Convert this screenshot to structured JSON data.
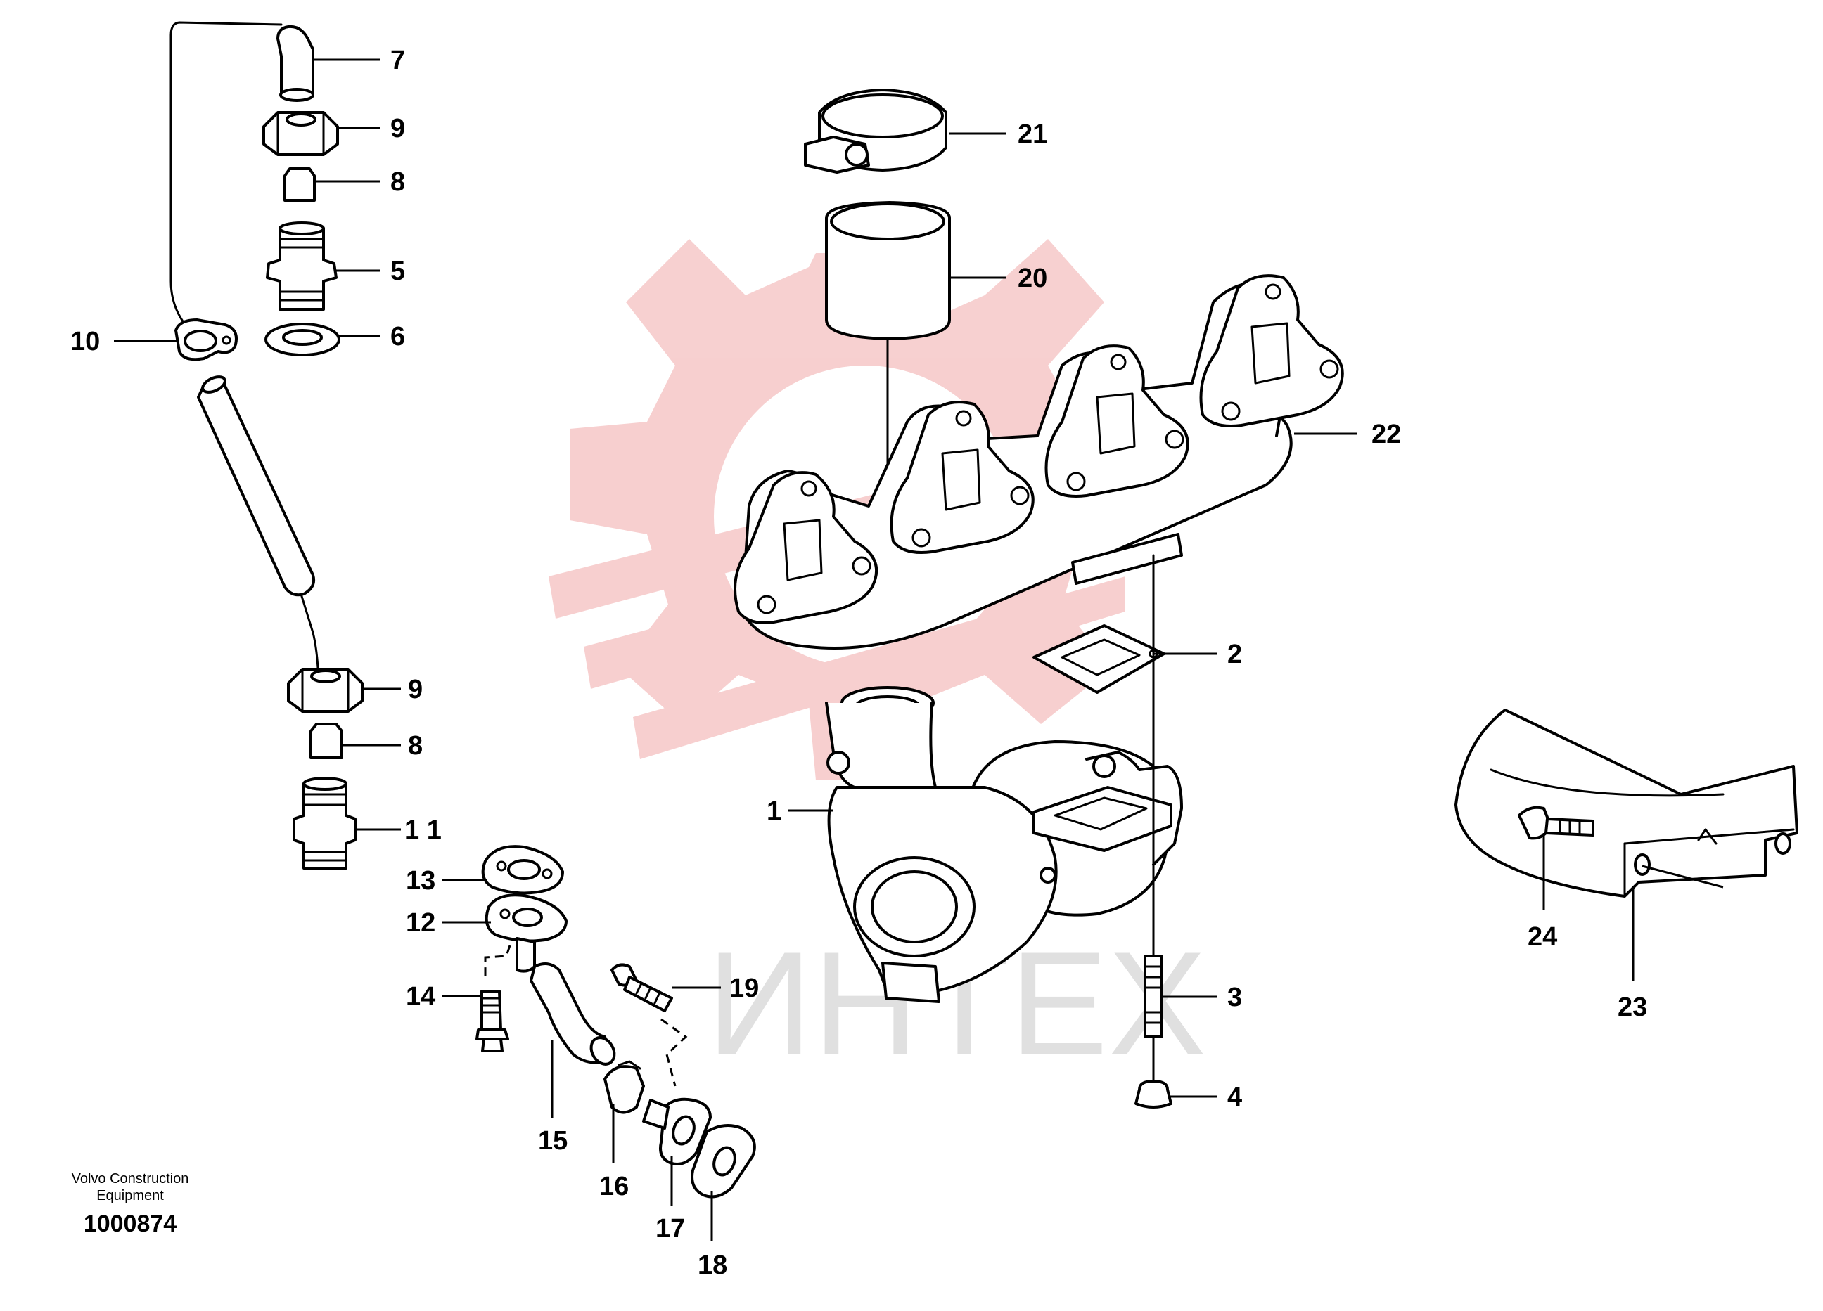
{
  "footer": {
    "company_line1": "Volvo Construction",
    "company_line2": "Equipment",
    "drawing_number": "1000874"
  },
  "watermark": {
    "text": "ИНТЕХ",
    "logo_color": "#f3b8b8",
    "text_color": "#d9d9d9"
  },
  "callouts": {
    "c1": "1",
    "c2": "2",
    "c3": "3",
    "c4": "4",
    "c5": "5",
    "c6": "6",
    "c7": "7",
    "c8a": "8",
    "c8b": "8",
    "c9a": "9",
    "c9b": "9",
    "c10": "10",
    "c11": "1 1",
    "c12": "12",
    "c13": "13",
    "c14": "14",
    "c15": "15",
    "c16": "16",
    "c17": "17",
    "c18": "18",
    "c19": "19",
    "c20": "20",
    "c21": "21",
    "c22": "22",
    "c23": "23",
    "c24": "24"
  },
  "colors": {
    "line": "#000000",
    "background": "#ffffff"
  }
}
